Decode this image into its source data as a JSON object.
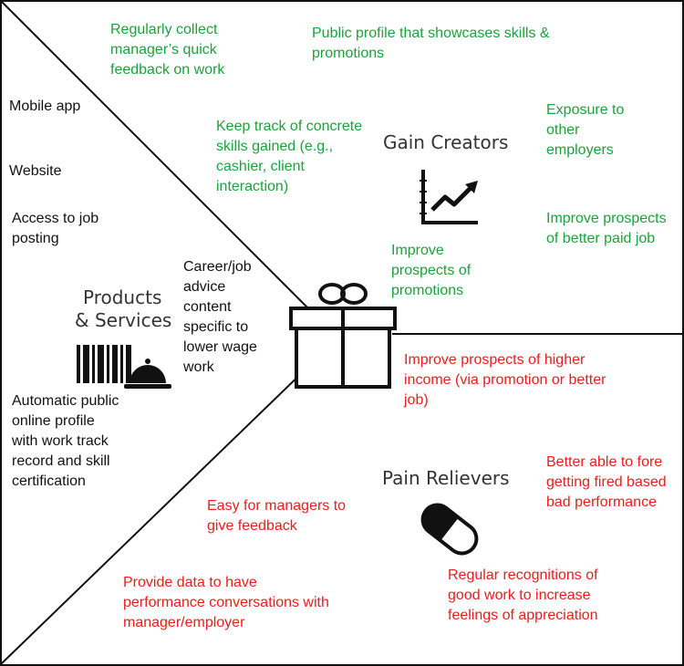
{
  "sections": {
    "gain_creators": "Gain Creators",
    "pain_relievers": "Pain Relievers",
    "products_services_line1": "Products",
    "products_services_line2": "& Services"
  },
  "gain_creators": [
    "Regularly collect\nmanager’s quick\nfeedback on work",
    "Public profile that showcases skills &\npromotions",
    "Keep track of concrete\nskills gained (e.g.,\ncashier, client\ninteraction)",
    "Exposure to\nother\nemployers",
    "Improve prospects\nof better paid job",
    "Improve\nprospects of\npromotions"
  ],
  "pain_relievers": [
    "Improve prospects of higher\nincome (via promotion or better\njob)",
    "Better able to fore\ngetting fired based\nbad performance",
    "Easy for managers to\ngive feedback",
    "Regular recognitions of\ngood work to increase\nfeelings of appreciation",
    "Provide data to have\nperformance conversations with\nmanager/employer"
  ],
  "products_services": [
    "Mobile app",
    "Website",
    "Access to job\nposting",
    "Career/job\nadvice\ncontent\nspecific to\nlower wage\nwork",
    "Automatic public\nonline profile\nwith work track\nrecord and skill\ncertification"
  ],
  "colors": {
    "gain": "#1aa33a",
    "pain": "#ee1c1c",
    "products": "#111111",
    "lines": "#111111"
  },
  "icons": [
    "gift-icon",
    "growth-chart-icon",
    "pill-icon",
    "barcode-icon",
    "service-bell-icon"
  ]
}
